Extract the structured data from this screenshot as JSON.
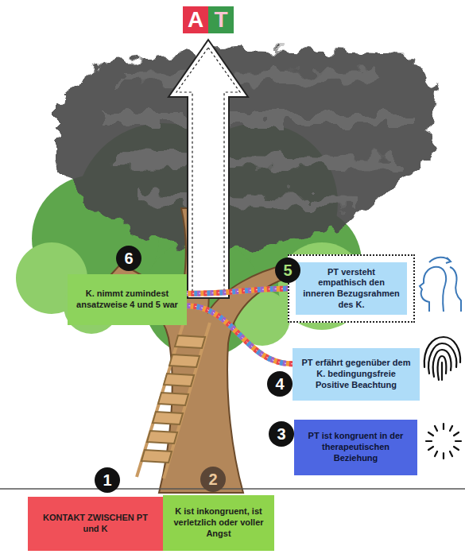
{
  "diagram": {
    "nodes": [
      {
        "text": [
          "A"
        ]
      },
      {
        "text": [
          "T"
        ]
      },
      {
        "text": [
          "K. nimmt zumindest ansatzweise 4 und 5 war"
        ]
      },
      {
        "text": [
          "PT versteht empathisch den inneren Bezugsrahmen des K."
        ]
      },
      {
        "text": [
          "PT erfährt gegenüber dem K. bedingungsfreie Positive Beachtung"
        ]
      },
      {
        "text": [
          "PT ist kongruent in der therapeutischen Beziehung"
        ]
      },
      {
        "text": [
          "KONTAKT ZWISCHEN PT und K"
        ]
      },
      {
        "text": [
          "K ist inkongruent, ist verletzlich oder voller Angst"
        ]
      }
    ],
    "edges": [
      {
        "from": 3,
        "to": 2,
        "arrow": "none"
      },
      {
        "from": 4,
        "to": 2,
        "arrow": "none"
      }
    ],
    "labels": [
      "6",
      "5",
      "4",
      "3",
      "1",
      "2"
    ]
  }
}
